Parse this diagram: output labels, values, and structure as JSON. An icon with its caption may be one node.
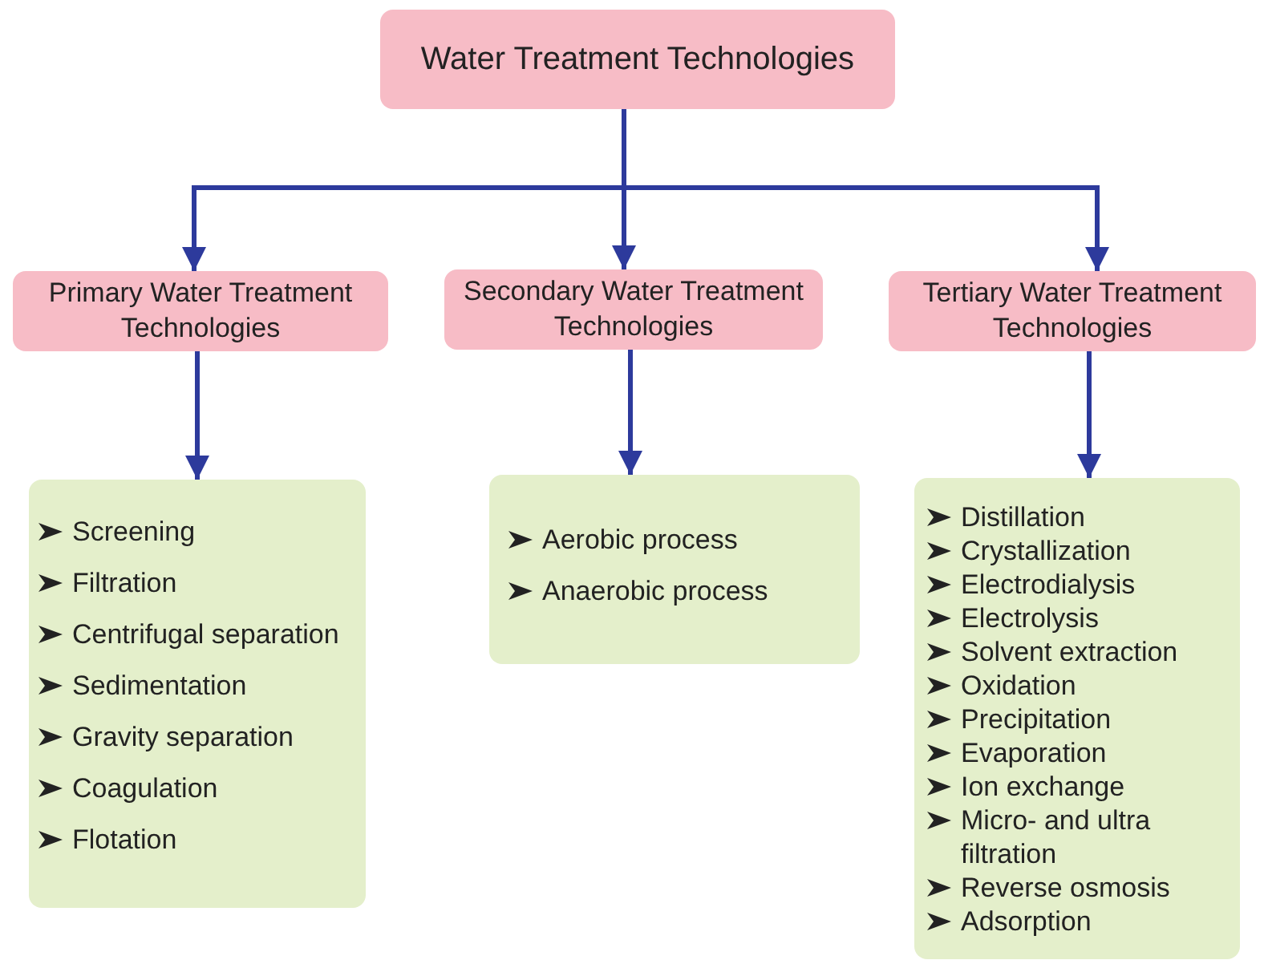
{
  "diagram": {
    "nodes": [
      {
        "text": [
          "Water Treatment Technologies"
        ]
      },
      {
        "text": [
          "Primary Water Treatment Technologies"
        ]
      },
      {
        "text": [
          "Secondary Water Treatment Technologies"
        ]
      },
      {
        "text": [
          "Tertiary Water Treatment Technologies"
        ]
      },
      {
        "text": [
          "Screening",
          "Filtration",
          "Centrifugal separation",
          "Sedimentation",
          "Gravity separation",
          "Coagulation",
          "Flotation"
        ]
      },
      {
        "text": [
          "Aerobic process",
          "Anaerobic process"
        ]
      },
      {
        "text": [
          "Distillation",
          "Crystallization",
          "Electrodialysis",
          "Electrolysis",
          "Solvent extraction",
          "Oxidation",
          "Precipitation",
          "Evaporation",
          "Ion exchange",
          "Micro- and ultra filtration",
          "Reverse osmosis",
          "Adsorption"
        ]
      }
    ],
    "edges": [
      {
        "from": 0,
        "to": 1,
        "arrow": "to"
      },
      {
        "from": 0,
        "to": 2,
        "arrow": "to"
      },
      {
        "from": 0,
        "to": 3,
        "arrow": "to"
      },
      {
        "from": 1,
        "to": 4,
        "arrow": "to"
      },
      {
        "from": 2,
        "to": 5,
        "arrow": "to"
      },
      {
        "from": 3,
        "to": 6,
        "arrow": "to"
      }
    ]
  }
}
